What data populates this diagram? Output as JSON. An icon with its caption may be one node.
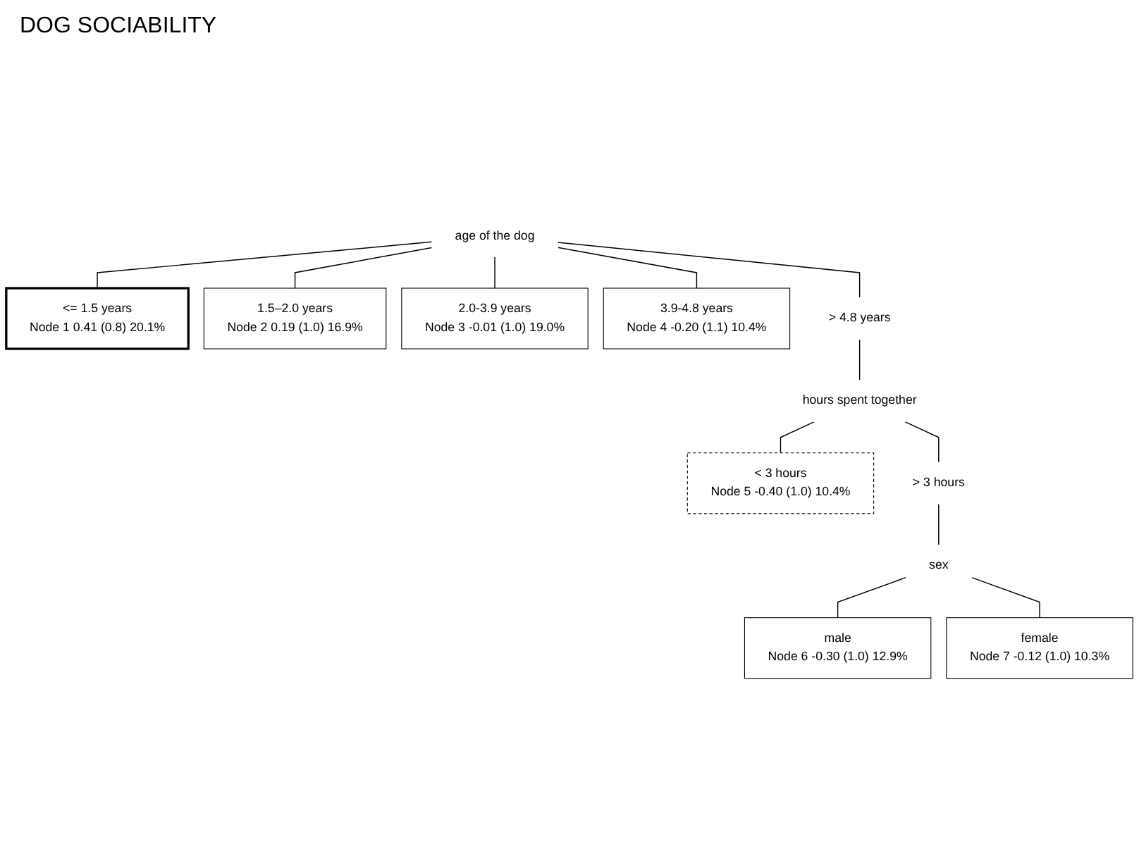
{
  "diagram": {
    "title": "DOG SOCIABILITY",
    "nodes": [
      {
        "text": [
          "age of the dog"
        ]
      },
      {
        "text": [
          "<= 1.5 years",
          "Node 1 0.41 (0.8) 20.1%"
        ]
      },
      {
        "text": [
          "1.5–2.0 years",
          "Node 2 0.19 (1.0) 16.9%"
        ]
      },
      {
        "text": [
          "2.0-3.9 years",
          "Node 3 -0.01 (1.0) 19.0%"
        ]
      },
      {
        "text": [
          "3.9-4.8 years",
          "Node 4 -0.20 (1.1) 10.4%"
        ]
      },
      {
        "text": [
          "> 4.8 years"
        ]
      },
      {
        "text": [
          "hours spent together"
        ]
      },
      {
        "text": [
          "< 3 hours",
          "Node 5 -0.40 (1.0) 10.4%"
        ]
      },
      {
        "text": [
          "> 3 hours"
        ]
      },
      {
        "text": [
          "sex"
        ]
      },
      {
        "text": [
          "male",
          "Node 6 -0.30 (1.0) 12.9%"
        ]
      },
      {
        "text": [
          "female",
          "Node 7 -0.12 (1.0) 10.3%"
        ]
      }
    ],
    "edges": [
      {
        "from": 0,
        "to": 1,
        "arrow": "none"
      },
      {
        "from": 0,
        "to": 2,
        "arrow": "none"
      },
      {
        "from": 0,
        "to": 3,
        "arrow": "none"
      },
      {
        "from": 0,
        "to": 4,
        "arrow": "none"
      },
      {
        "from": 0,
        "to": 5,
        "arrow": "none"
      },
      {
        "from": 5,
        "to": 6,
        "arrow": "none"
      },
      {
        "from": 6,
        "to": 7,
        "arrow": "none"
      },
      {
        "from": 6,
        "to": 8,
        "arrow": "none"
      },
      {
        "from": 8,
        "to": 9,
        "arrow": "none"
      },
      {
        "from": 9,
        "to": 10,
        "arrow": "none"
      },
      {
        "from": 9,
        "to": 11,
        "arrow": "none"
      }
    ]
  }
}
